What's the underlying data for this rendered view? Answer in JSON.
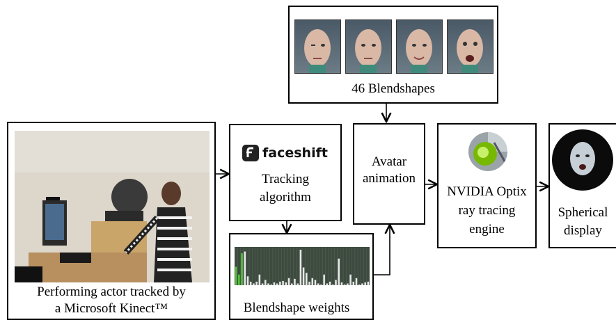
{
  "blendshapes": {
    "caption": "46 Blendshapes",
    "count": 4
  },
  "actor": {
    "caption_line1": "Performing actor tracked by",
    "caption_line2": "a Microsoft Kinect™"
  },
  "tracking": {
    "logo_text": "faceshift",
    "line1": "Tracking",
    "line2": "algorithm"
  },
  "weights": {
    "caption": "Blendshape weights",
    "values": [
      0.52,
      0.3,
      0.9,
      0.95,
      0.25,
      0.1,
      0.05,
      0.1,
      0.3,
      0.05,
      0.15,
      0.05,
      0.02,
      0.08,
      0.05,
      0.1,
      0.12,
      0.08,
      0.2,
      0.05,
      0.18,
      0.05,
      1.0,
      0.5,
      0.35,
      0.1,
      0.2,
      0.15,
      0.05,
      0.02,
      0.3,
      0.05,
      0.1,
      0.02,
      0.15,
      0.75,
      0.08,
      0.02,
      0.05,
      0.3,
      0.1,
      0.2,
      0.02,
      0.05,
      0.08,
      0.1
    ],
    "highlight_indices": [
      0,
      1,
      2
    ]
  },
  "avatar": {
    "line1": "Avatar",
    "line2": "animation"
  },
  "optix": {
    "line1": "NVIDIA Optix",
    "line2": "ray tracing",
    "line3": "engine"
  },
  "display": {
    "line1": "Spherical",
    "line2": "display"
  },
  "colors": {
    "bar": "#e8e8e8",
    "bar_highlight": "#55c83a",
    "weights_bg": "#3d4a3e",
    "optix_green": "#76b900"
  }
}
